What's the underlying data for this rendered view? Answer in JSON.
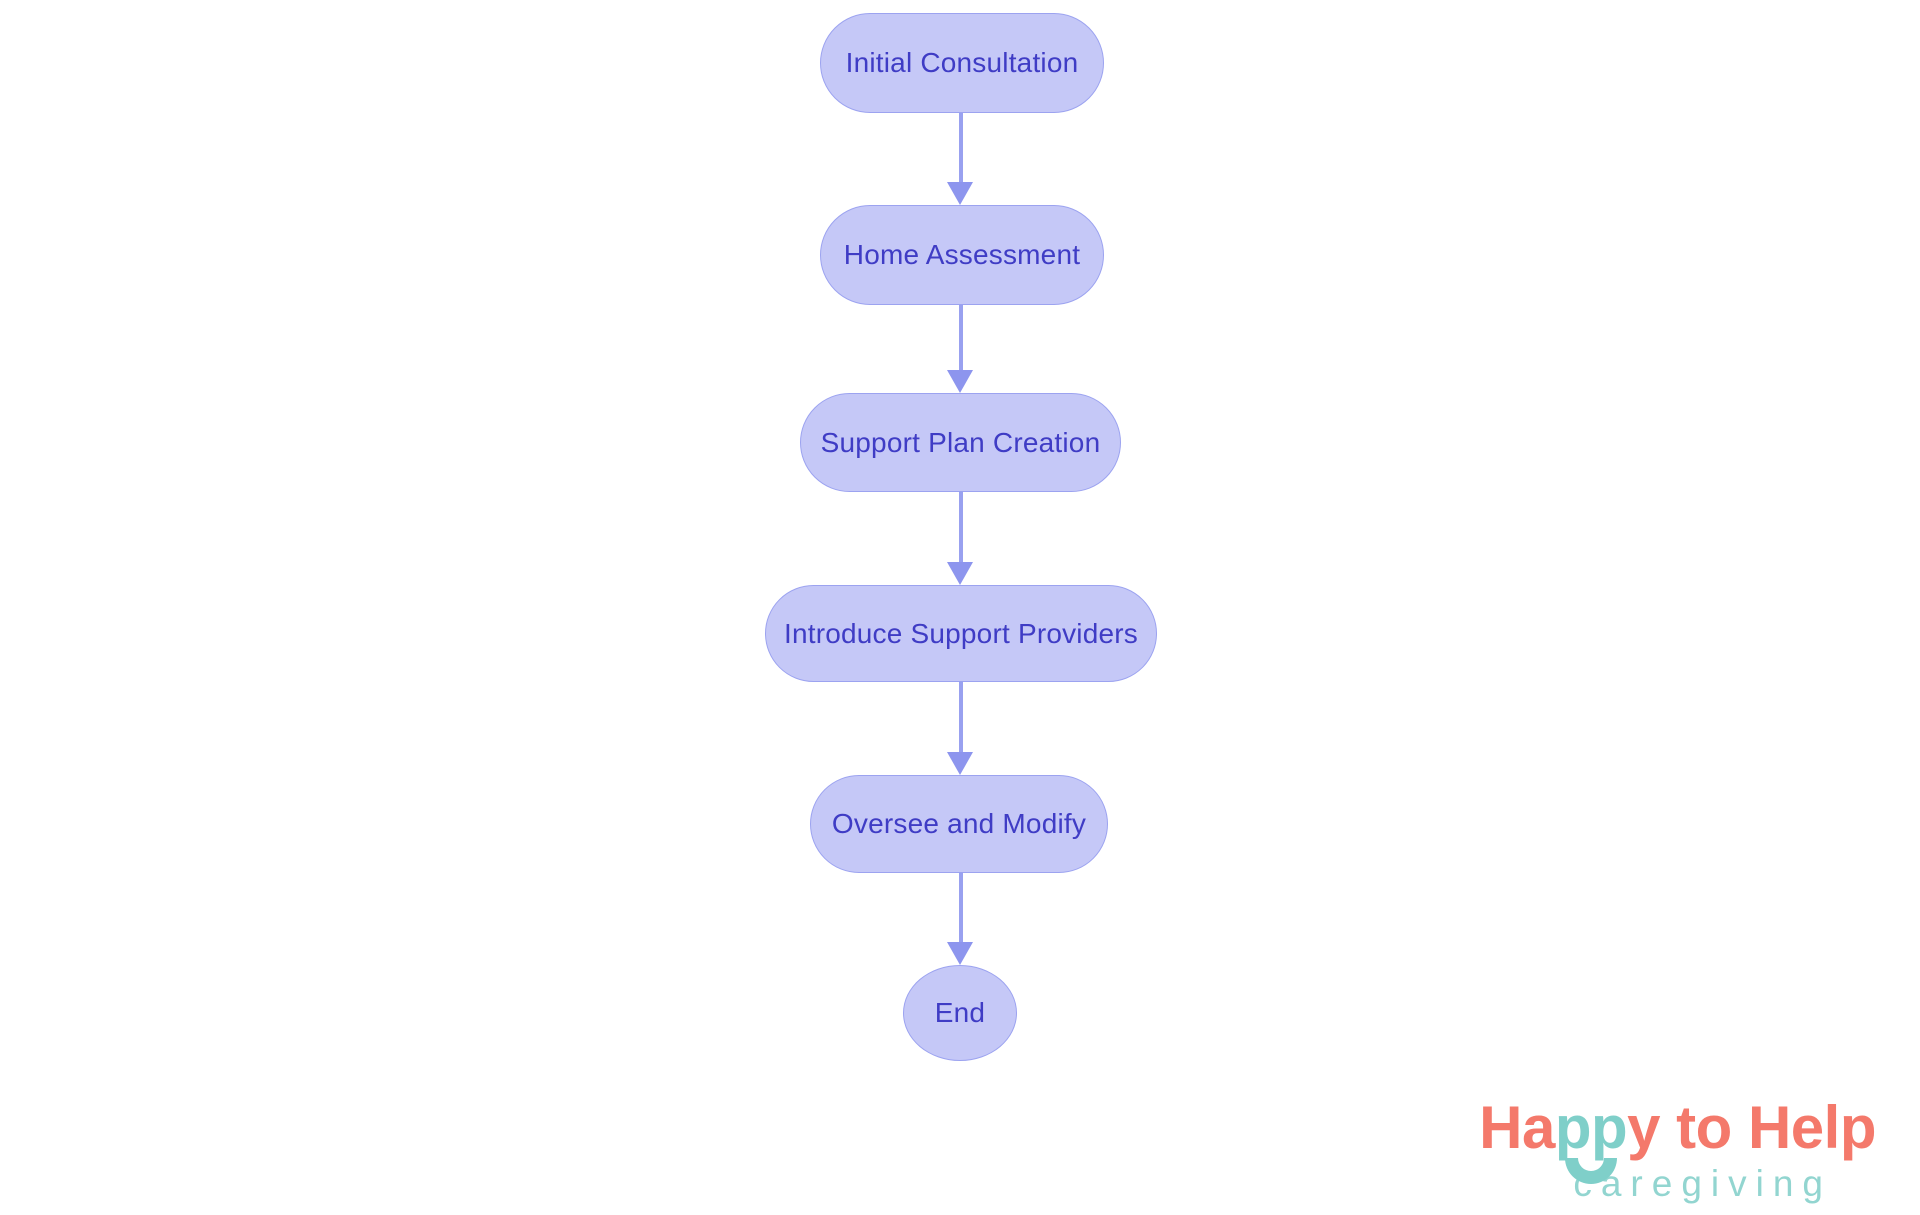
{
  "diagram": {
    "type": "flowchart",
    "direction": "top-down",
    "nodes": [
      {
        "id": "initial-consultation",
        "label": "Initial Consultation",
        "shape": "pill"
      },
      {
        "id": "home-assessment",
        "label": "Home Assessment",
        "shape": "pill"
      },
      {
        "id": "support-plan-creation",
        "label": "Support Plan Creation",
        "shape": "pill"
      },
      {
        "id": "introduce-support-providers",
        "label": "Introduce Support Providers",
        "shape": "pill"
      },
      {
        "id": "oversee-and-modify",
        "label": "Oversee and Modify",
        "shape": "pill"
      },
      {
        "id": "end",
        "label": "End",
        "shape": "circle"
      }
    ],
    "edges": [
      {
        "from": "initial-consultation",
        "to": "home-assessment"
      },
      {
        "from": "home-assessment",
        "to": "support-plan-creation"
      },
      {
        "from": "support-plan-creation",
        "to": "introduce-support-providers"
      },
      {
        "from": "introduce-support-providers",
        "to": "oversee-and-modify"
      },
      {
        "from": "oversee-and-modify",
        "to": "end"
      }
    ],
    "colors": {
      "node_fill": "#c5c8f7",
      "node_border": "#9ca3f0",
      "node_text": "#3f3cc5",
      "arrow_line": "#99a1f0",
      "arrow_head": "#8d95ee",
      "background": "#ffffff"
    }
  },
  "logo": {
    "part_coral_1": "Ha",
    "part_teal": "pp",
    "part_coral_2": "y to Help",
    "subtitle": "caregiving",
    "colors": {
      "coral": "#f4796b",
      "teal": "#7fcfc9",
      "subtitle_teal": "#92d5d0"
    }
  }
}
